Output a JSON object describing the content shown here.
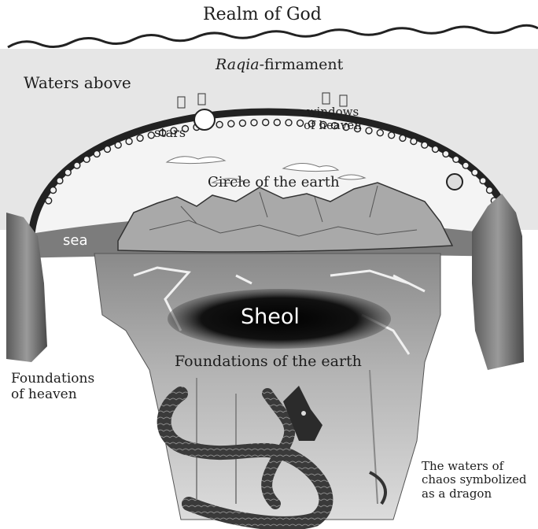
{
  "diagram": {
    "labels": {
      "realm_of_god": "Realm of God",
      "raqia_italic": "Raqia",
      "raqia_rest": "-firmament",
      "waters_above": "Waters above",
      "stars": "stars",
      "windows_line1": "windows",
      "windows_line2": "of heaven",
      "circle_of_earth": "Circle of the earth",
      "sea": "sea",
      "sheol": "Sheol",
      "foundations_earth": "Foundations of the earth",
      "foundations_heaven_line1": "Foundations",
      "foundations_heaven_line2": "of heaven",
      "chaos_line1": "The waters of",
      "chaos_line2": "chaos symbolized",
      "chaos_line3": "as a dragon"
    },
    "colors": {
      "dome": "#222222",
      "sea": "#7c7c7c",
      "sheol": "#0d0d0d",
      "stone": "#a8a8a8",
      "ink": "#1e1e1e"
    }
  }
}
